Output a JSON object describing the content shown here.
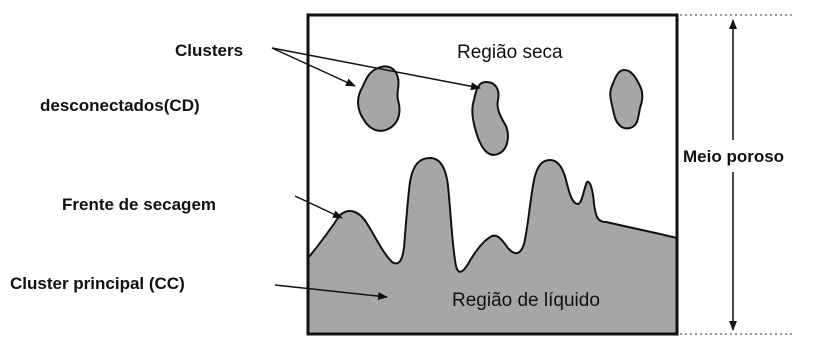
{
  "labels": {
    "clusters": "Clusters",
    "desconectados": "desconectados(CD)",
    "frente": "Frente de secagem",
    "cluster_principal": "Cluster principal (CC)",
    "regiao_seca": "Região seca",
    "regiao_liquido": "Região de líquido",
    "meio_poroso": "Meio poroso"
  },
  "colors": {
    "liquid_fill": "#a6a6a6",
    "outline": "#111111",
    "background": "#ffffff",
    "guide_line": "#999999"
  }
}
